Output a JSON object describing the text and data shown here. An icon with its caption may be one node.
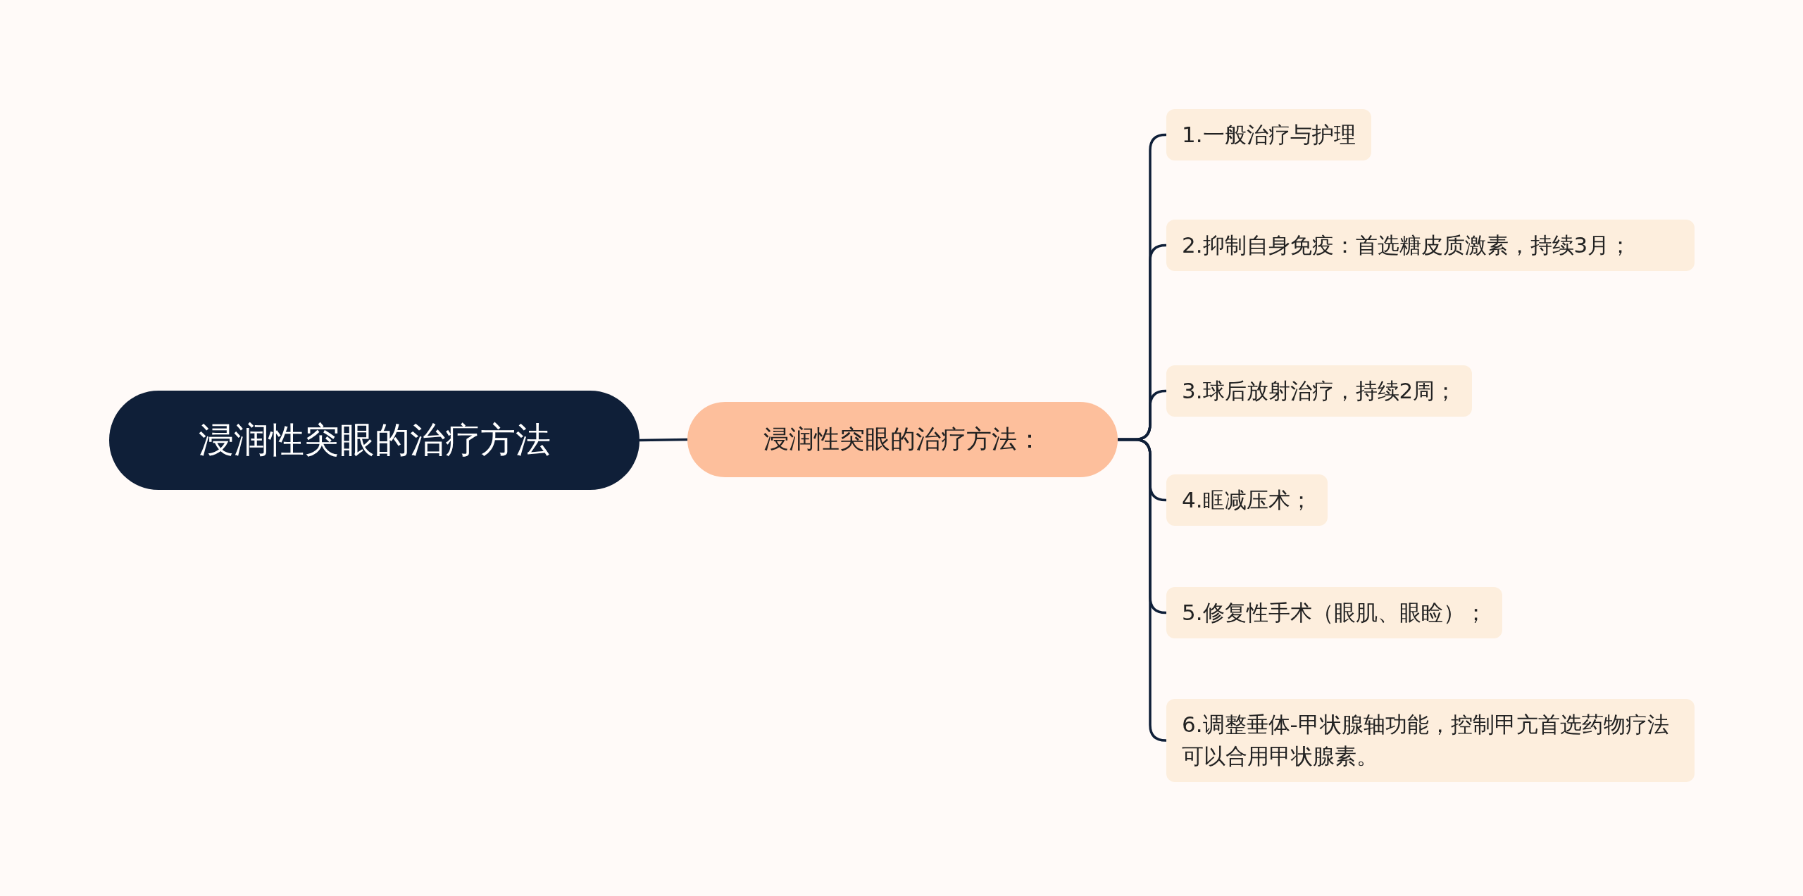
{
  "diagram": {
    "nodes": [
      {
        "text": [
          "浸润性突眼的治疗方法"
        ]
      },
      {
        "text": [
          "浸润性突眼的治疗方法："
        ]
      },
      {
        "text": [
          "1.一般治疗与护理"
        ]
      },
      {
        "text": [
          "2.抑制自身免疫：首选糖皮质激素，持续3月；"
        ]
      },
      {
        "text": [
          "3.球后放射治疗，持续2周；"
        ]
      },
      {
        "text": [
          "4.眶减压术；"
        ]
      },
      {
        "text": [
          "5.修复性手术（眼肌、眼睑）；"
        ]
      },
      {
        "text": [
          "6.调整垂体-甲状腺轴功能，控制甲亢首选药物疗法可以合用甲状腺素。"
        ]
      }
    ],
    "edges": [
      {
        "from": 0,
        "to": 1,
        "arrow": "none"
      },
      {
        "from": 1,
        "to": 2,
        "arrow": "none"
      },
      {
        "from": 1,
        "to": 3,
        "arrow": "none"
      },
      {
        "from": 1,
        "to": 4,
        "arrow": "none"
      },
      {
        "from": 1,
        "to": 5,
        "arrow": "none"
      },
      {
        "from": 1,
        "to": 6,
        "arrow": "none"
      },
      {
        "from": 1,
        "to": 7,
        "arrow": "none"
      }
    ]
  }
}
